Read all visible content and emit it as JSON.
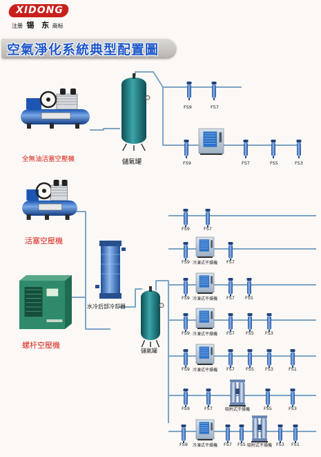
{
  "brand": {
    "logo_text": "XIDONG",
    "registered_prefix": "注册",
    "name": "锡",
    "name2": "东",
    "suffix": "商标"
  },
  "title": "空氣淨化系統典型配置圖",
  "colors": {
    "pipe": "#7aa4c6",
    "filter": "#3f7dc6",
    "tank": "#1c7a7d",
    "dryer": "#2f73c8",
    "red_label": "#d8231b",
    "logo_red": "#c8201c"
  },
  "labels": {
    "oil_free_compressor": "全無油活塞空壓機",
    "piston_compressor": "活塞空壓機",
    "screw_compressor": "螺杆空壓機",
    "tank": "儲氣罐",
    "aftercooler": "水冷后部冷却器",
    "refrigerated_dryer": "冷凍式干燥機",
    "adsorption_dryer": "吸附式干燥機"
  },
  "filter_labels": {
    "top1": [
      "FS9",
      "FS7"
    ],
    "top2": [
      "FS9",
      "FS7",
      "FS5",
      "FS3"
    ],
    "b1": [
      "FS9",
      "FS7"
    ],
    "b2": [
      "FS9",
      "FS7"
    ],
    "b3": [
      "FS9",
      "FS7",
      "FS5"
    ],
    "b4": [
      "FS9",
      "FS7",
      "FS5",
      "FS3"
    ],
    "b5": [
      "FS9",
      "FS7",
      "FS5",
      "FS3",
      "FS1"
    ],
    "b6": [
      "FS9",
      "FS7",
      "FS5",
      "FS3"
    ],
    "b7": [
      "FS9",
      "FS7",
      "FS5",
      "FS3",
      "FS1"
    ]
  }
}
